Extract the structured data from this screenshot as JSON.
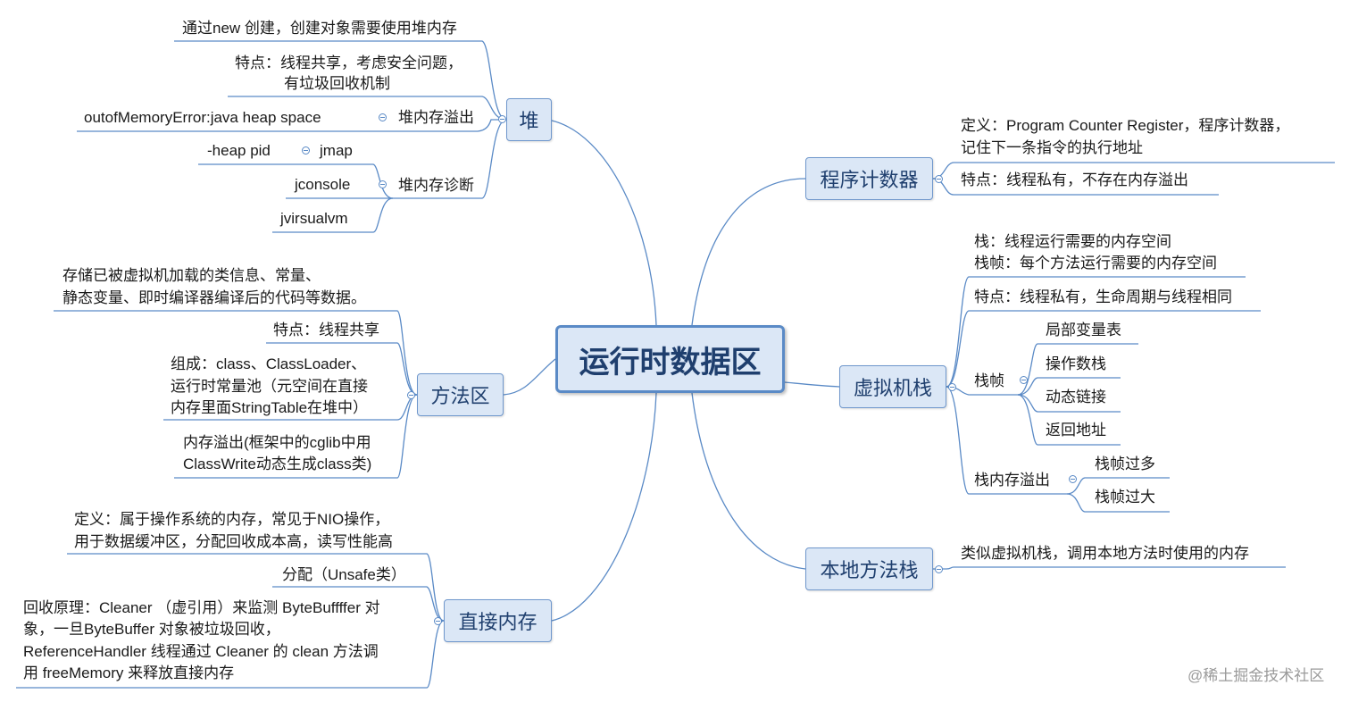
{
  "center": {
    "title": "运行时数据区"
  },
  "heap": {
    "label": "堆",
    "create": "通过new 创建，创建对象需要使用堆内存",
    "feature_line1": "特点：线程共享，考虑安全问题，",
    "feature_line2": "有垃圾回收机制",
    "overflow_label": "堆内存溢出",
    "overflow_error": "outofMemoryError:java heap space",
    "diag_label": "堆内存诊断",
    "jmap": "jmap",
    "jmap_arg": "-heap pid",
    "jconsole": "jconsole",
    "jvisualvm": "jvirsualvm"
  },
  "method_area": {
    "label": "方法区",
    "store_line1": "存储已被虚拟机加载的类信息、常量、",
    "store_line2": "静态变量、即时编译器编译后的代码等数据。",
    "feature": "特点：线程共享",
    "compose_line1": "组成：class、ClassLoader、",
    "compose_line2": "运行时常量池（元空间在直接",
    "compose_line3": "内存里面StringTable在堆中）",
    "overflow_line1": "内存溢出(框架中的cglib中用",
    "overflow_line2": "ClassWrite动态生成class类)"
  },
  "direct_memory": {
    "label": "直接内存",
    "def_line1": "定义：属于操作系统的内存，常见于NIO操作，",
    "def_line2": "用于数据缓冲区，分配回收成本高，读写性能高",
    "alloc": "分配（Unsafe类）",
    "reclaim_line1": "回收原理：Cleaner （虚引用）来监测 ByteBuffffer 对",
    "reclaim_line2": "象，一旦ByteBuffer 对象被垃圾回收，",
    "reclaim_line3": "ReferenceHandler 线程通过 Cleaner 的 clean 方法调",
    "reclaim_line4": "用 freeMemory 来释放直接内存"
  },
  "pc": {
    "label": "程序计数器",
    "def_line1": "定义：Program Counter Register，程序计数器，",
    "def_line2": "记住下一条指令的执行地址",
    "feature": "特点：线程私有，不存在内存溢出"
  },
  "vm_stack": {
    "label": "虚拟机栈",
    "stack_line1": "栈：线程运行需要的内存空间",
    "stack_line2": "栈帧：每个方法运行需要的内存空间",
    "feature": "特点：线程私有，生命周期与线程相同",
    "frame_label": "栈帧",
    "frame_items": [
      "局部变量表",
      "操作数栈",
      "动态链接",
      "返回地址"
    ],
    "overflow_label": "栈内存溢出",
    "overflow_items": [
      "栈帧过多",
      "栈帧过大"
    ]
  },
  "native_stack": {
    "label": "本地方法栈",
    "desc": "类似虚拟机栈，调用本地方法时使用的内存"
  },
  "watermark": "@稀土掘金技术社区",
  "colors": {
    "line": "#5a8ac6",
    "topic_fill": "#dbe7f6",
    "topic_border": "#6f97cc"
  }
}
